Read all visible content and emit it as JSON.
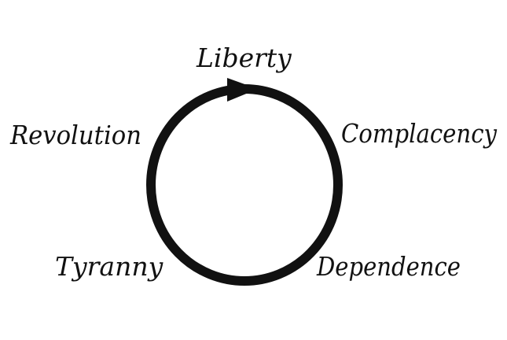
{
  "diagram": {
    "type": "cycle",
    "direction": "clockwise",
    "stages": [
      {
        "id": "liberty",
        "label": "Liberty"
      },
      {
        "id": "complacency",
        "label": "Complacency"
      },
      {
        "id": "dependence",
        "label": "Dependence"
      },
      {
        "id": "tyranny",
        "label": "Tyranny"
      },
      {
        "id": "revolution",
        "label": "Revolution"
      }
    ],
    "colors": {
      "ink": "#111111",
      "background": "#ffffff"
    }
  }
}
